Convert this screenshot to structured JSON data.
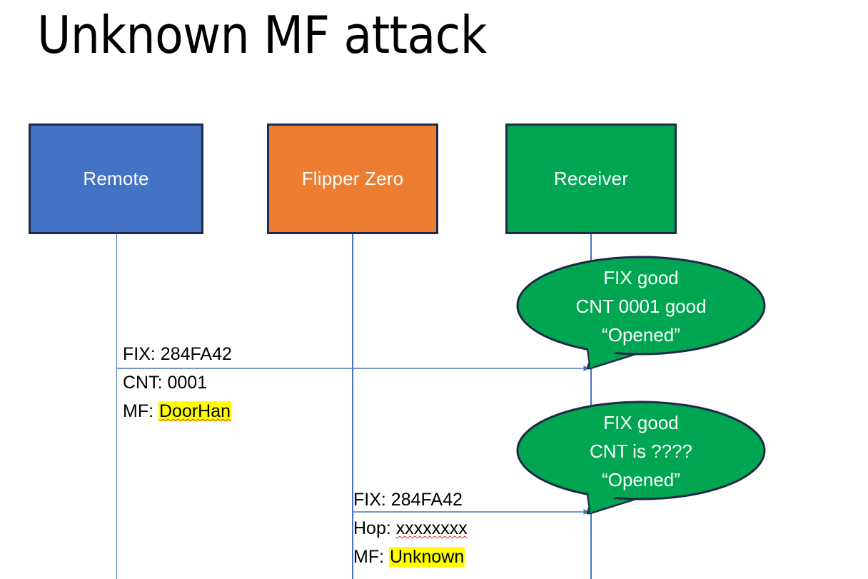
{
  "slide": {
    "title": "Unknown MF attack",
    "background": "#ffffff"
  },
  "colors": {
    "remote": "#4472C4",
    "flipper": "#ED7D31",
    "receiver": "#00A651",
    "box_border": "#1F2A47",
    "lifeline": "#4472C4",
    "arrow": "#4472C4",
    "highlight": "#FFFF00",
    "spellcheck": "#E03030",
    "bubble_fill": "#00A651",
    "bubble_stroke": "#1F2A47",
    "bubble_text": "#ffffff",
    "label_text": "#000000"
  },
  "actors": [
    {
      "id": "remote",
      "label": "Remote"
    },
    {
      "id": "flipper",
      "label": "Flipper Zero"
    },
    {
      "id": "receiver",
      "label": "Receiver"
    }
  ],
  "messages": [
    {
      "id": "msg1",
      "from": "remote",
      "to": "receiver",
      "lines": [
        {
          "prefix": "FIX: ",
          "value": "284FA42",
          "highlight": false,
          "spellcheck": false
        },
        {
          "prefix": "CNT: ",
          "value": "0001",
          "highlight": false,
          "spellcheck": false
        },
        {
          "prefix": "MF: ",
          "value": "DoorHan",
          "highlight": true,
          "spellcheck": true
        }
      ]
    },
    {
      "id": "msg2",
      "from": "flipper",
      "to": "receiver",
      "lines": [
        {
          "prefix": "FIX: ",
          "value": "284FA42",
          "highlight": false,
          "spellcheck": false
        },
        {
          "prefix": "Hop: ",
          "value": "xxxxxxxx",
          "highlight": false,
          "spellcheck": true
        },
        {
          "prefix": "MF: ",
          "value": "Unknown",
          "highlight": true,
          "spellcheck": false
        }
      ]
    }
  ],
  "callouts": [
    {
      "id": "callout-1",
      "owner": "receiver",
      "lines": [
        "FIX good",
        "CNT 0001 good",
        "“Opened”"
      ]
    },
    {
      "id": "callout-2",
      "owner": "receiver",
      "lines": [
        "FIX good",
        "CNT is ????",
        "“Opened”"
      ]
    }
  ]
}
